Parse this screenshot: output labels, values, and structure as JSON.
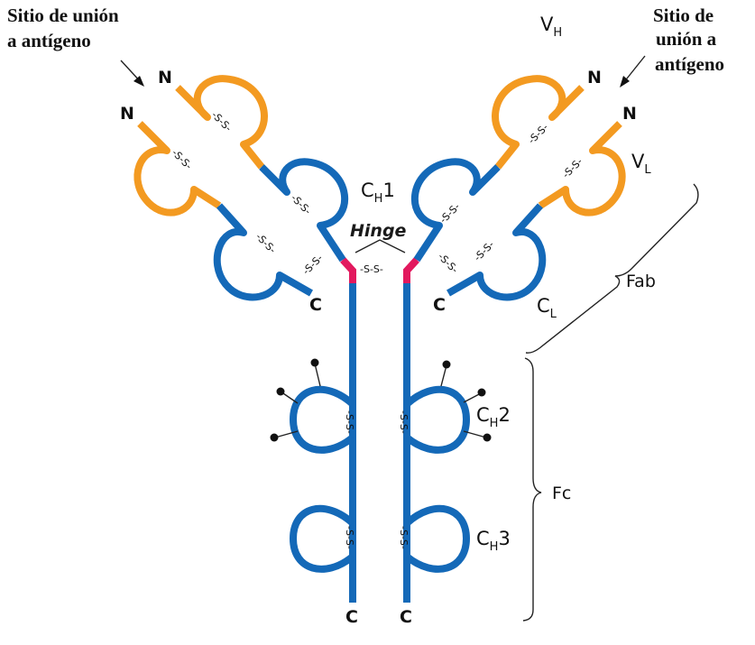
{
  "labels": {
    "antigen_site_left_line1": "Sitio de unión",
    "antigen_site_left_line2": "a antígeno",
    "antigen_site_right_line1": "Sitio de",
    "antigen_site_right_line2": "unión a",
    "antigen_site_right_line3": "antígeno",
    "vh_base": "V",
    "vh_sub": "H",
    "vl_base": "V",
    "vl_sub": "L",
    "ch1_base": "C",
    "ch1_sub": "H",
    "ch1_suffix": "1",
    "ch2_base": "C",
    "ch2_sub": "H",
    "ch2_suffix": "2",
    "ch3_base": "C",
    "ch3_sub": "H",
    "ch3_suffix": "3",
    "cl_base": "C",
    "cl_sub": "L",
    "hinge": "Hinge",
    "fab": "Fab",
    "fc": "Fc",
    "n_terminus": "N",
    "c_terminus": "C",
    "disulfide": "-S-S-"
  },
  "colors": {
    "heavy_constant": "#1469B8",
    "variable": "#F39A21",
    "hinge": "#E2195E"
  }
}
